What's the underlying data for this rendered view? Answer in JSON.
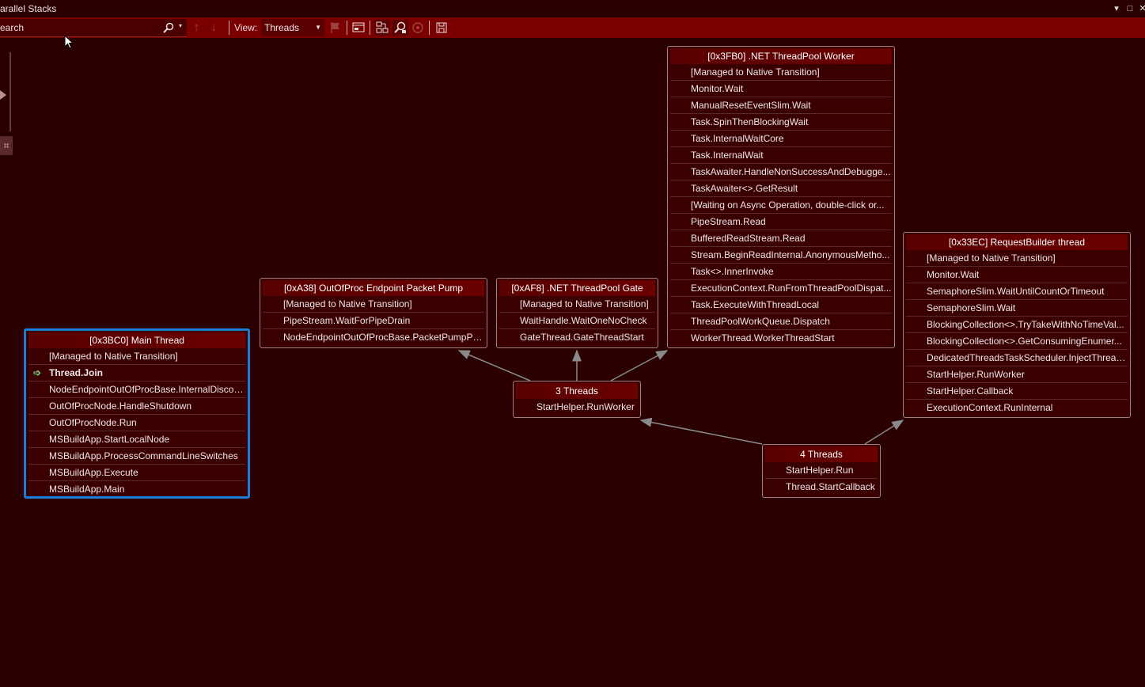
{
  "window": {
    "title": "arallel Stacks",
    "buttons": [
      "▾",
      "□",
      "✕"
    ]
  },
  "toolbar": {
    "search_placeholder": "earch",
    "view_label": "View:",
    "view_value": "Threads"
  },
  "nodes": [
    {
      "id": "main",
      "title": "[0x3BC0] Main Thread",
      "selected": true,
      "frames": [
        "[Managed to Native Transition]",
        "Thread.Join",
        "NodeEndpointOutOfProcBase.InternalDiscon...",
        "OutOfProcNode.HandleShutdown",
        "OutOfProcNode.Run",
        "MSBuildApp.StartLocalNode",
        "MSBuildApp.ProcessCommandLineSwitches",
        "MSBuildApp.Execute",
        "MSBuildApp.Main"
      ],
      "current_frame": 1
    },
    {
      "id": "pump",
      "title": "[0xA38] OutOfProc Endpoint Packet Pump",
      "frames": [
        "[Managed to Native Transition]",
        "PipeStream.WaitForPipeDrain",
        "NodeEndpointOutOfProcBase.PacketPumpProc"
      ]
    },
    {
      "id": "gate",
      "title": "[0xAF8] .NET ThreadPool Gate",
      "frames": [
        "[Managed to Native Transition]",
        "WaitHandle.WaitOneNoCheck",
        "GateThread.GateThreadStart"
      ]
    },
    {
      "id": "worker",
      "title": "[0x3FB0] .NET ThreadPool Worker",
      "frames": [
        "[Managed to Native Transition]",
        "Monitor.Wait",
        "ManualResetEventSlim.Wait",
        "Task.SpinThenBlockingWait",
        "Task.InternalWaitCore",
        "Task.InternalWait",
        "TaskAwaiter.HandleNonSuccessAndDebugge...",
        "TaskAwaiter<>.GetResult",
        "[Waiting on Async Operation, double-click or...",
        "PipeStream.Read",
        "BufferedReadStream.Read",
        "Stream.BeginReadInternal.AnonymousMetho...",
        "Task<>.InnerInvoke",
        "ExecutionContext.RunFromThreadPoolDispat...",
        "Task.ExecuteWithThreadLocal",
        "ThreadPoolWorkQueue.Dispatch",
        "WorkerThread.WorkerThreadStart"
      ]
    },
    {
      "id": "request",
      "title": "[0x33EC] RequestBuilder thread",
      "frames": [
        "[Managed to Native Transition]",
        "Monitor.Wait",
        "SemaphoreSlim.WaitUntilCountOrTimeout",
        "SemaphoreSlim.Wait",
        "BlockingCollection<>.TryTakeWithNoTimeVal...",
        "BlockingCollection<>.GetConsumingEnumer...",
        "DedicatedThreadsTaskScheduler.InjectThread...",
        "StartHelper.RunWorker",
        "StartHelper.Callback",
        "ExecutionContext.RunInternal"
      ]
    },
    {
      "id": "three",
      "title": "3 Threads",
      "frames": [
        "StartHelper.RunWorker"
      ]
    },
    {
      "id": "four",
      "title": "4 Threads",
      "frames": [
        "StartHelper.Run",
        "Thread.StartCallback"
      ]
    }
  ]
}
